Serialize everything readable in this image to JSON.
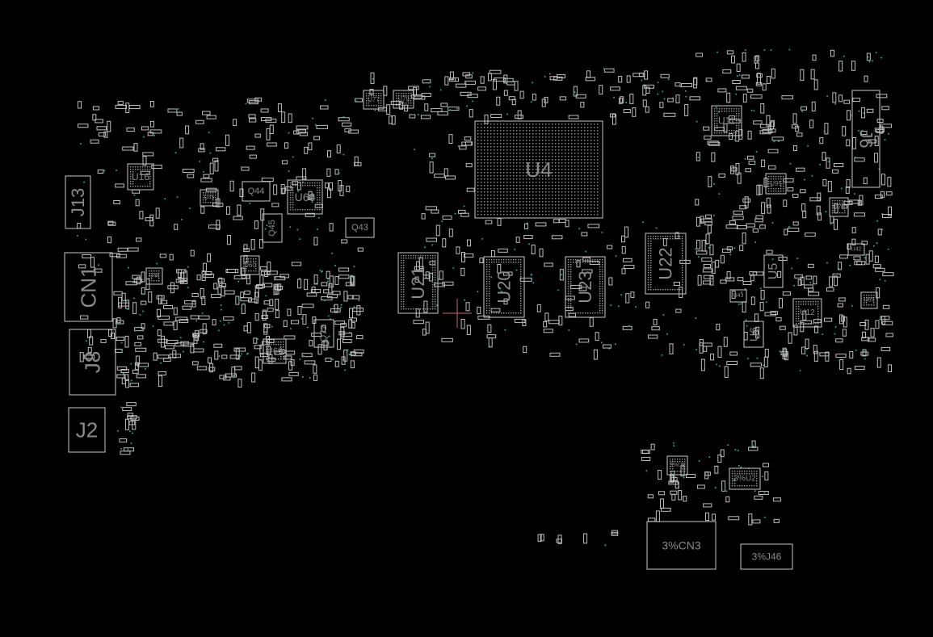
{
  "view": {
    "title": "Boardview",
    "background": "#000000",
    "outline_color": "#c8c8c8",
    "label_color": "#8a8a8a",
    "via_color": "#2aa0a0",
    "marker_color": "#d06080"
  },
  "components": [
    {
      "id": "J13",
      "label": "J13"
    },
    {
      "id": "CN1",
      "label": "CN1"
    },
    {
      "id": "J8",
      "label": "J8"
    },
    {
      "id": "J2",
      "label": "J2"
    },
    {
      "id": "U16",
      "label": "U16"
    },
    {
      "id": "U66",
      "label": "U66"
    },
    {
      "id": "Q44",
      "label": "Q44"
    },
    {
      "id": "Q45",
      "label": "Q45"
    },
    {
      "id": "Q43",
      "label": "Q43"
    },
    {
      "id": "U60",
      "label": "U60"
    },
    {
      "id": "U60b",
      "label": "U60"
    },
    {
      "id": "U48",
      "label": "U48"
    },
    {
      "id": "U45",
      "label": "U45"
    },
    {
      "id": "Q72",
      "label": "Q72"
    },
    {
      "id": "U77",
      "label": "U77"
    },
    {
      "id": "U79",
      "label": "U79"
    },
    {
      "id": "U4",
      "label": "U4"
    },
    {
      "id": "U21",
      "label": "U21"
    },
    {
      "id": "U20",
      "label": "U20"
    },
    {
      "id": "U23",
      "label": "U23"
    },
    {
      "id": "U22",
      "label": "U22"
    },
    {
      "id": "J6",
      "label": "J6"
    },
    {
      "id": "U11",
      "label": "U11"
    },
    {
      "id": "U95",
      "label": "U95"
    },
    {
      "id": "U78",
      "label": "U78"
    },
    {
      "id": "U5",
      "label": "U5"
    },
    {
      "id": "U6",
      "label": "U6"
    },
    {
      "id": "U12",
      "label": "U12"
    },
    {
      "id": "U42",
      "label": "U42"
    },
    {
      "id": "U43",
      "label": "U43"
    },
    {
      "id": "U69",
      "label": "U69"
    },
    {
      "id": "3U3",
      "label": "3%U3"
    },
    {
      "id": "3U2",
      "label": "3%U2"
    },
    {
      "id": "3CN3",
      "label": "3%CN3"
    },
    {
      "id": "3J46",
      "label": "3%J46"
    }
  ]
}
